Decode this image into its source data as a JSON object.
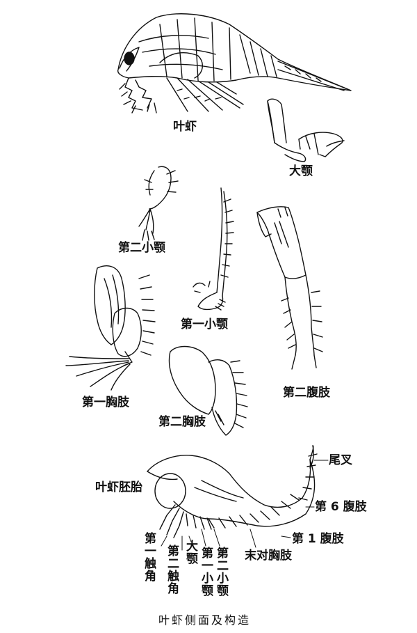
{
  "labels": {
    "daphnia": "叶虾",
    "mandible": "大颚",
    "second_maxilla": "第二小颚",
    "first_maxilla": "第一小颚",
    "first_thoracic_limb": "第一胸肢",
    "second_thoracic_limb": "第二胸肢",
    "second_abdominal_limb": "第二腹肢",
    "embryo": "叶虾胚胎",
    "furca": "尾叉",
    "sixth_abdominal_limb": "第 6 腹肢",
    "first_abdominal_limb": "第 1 腹肢",
    "last_thoracic_limb": "末对胸肢",
    "first_antenna": "第一触角",
    "second_antenna": "第二触角",
    "mandible_v": "大颚",
    "first_maxilla_v": "第一小颚",
    "second_maxilla_v": "第二小颚"
  },
  "caption": "叶虾侧面及构造"
}
